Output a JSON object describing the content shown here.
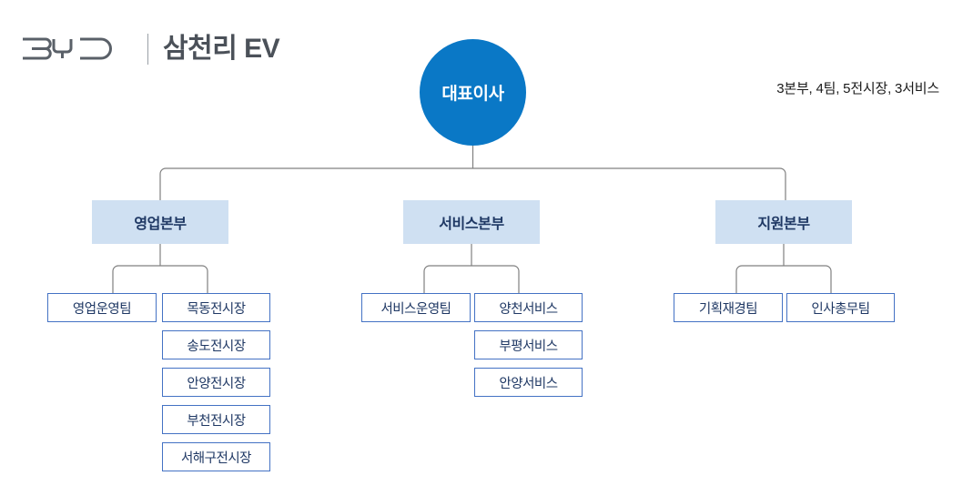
{
  "brand": {
    "logo_icon": "byd-logo",
    "logo_alt": "BYD",
    "name": "삼천리 EV"
  },
  "summary": {
    "note": "3본부, 4팀, 5전시장, 3서비스"
  },
  "colors": {
    "root_fill": "#0A78C6",
    "root_text": "#FFFFFF",
    "division_fill": "#CFE0F2",
    "division_text": "#1F3864",
    "leaf_border": "#4472C4",
    "leaf_fill": "#FFFFFF",
    "leaf_text": "#1F3864",
    "connector": "#808080",
    "brand_text": "#4B5159"
  },
  "chart_data": {
    "type": "org-chart",
    "root": {
      "label": "대표이사"
    },
    "divisions": [
      {
        "label": "영업본부",
        "teams": [
          {
            "label": "영업운영팀"
          }
        ],
        "units": [
          {
            "label": "목동전시장"
          },
          {
            "label": "송도전시장"
          },
          {
            "label": "안양전시장"
          },
          {
            "label": "부천전시장"
          },
          {
            "label": "서해구전시장"
          }
        ]
      },
      {
        "label": "서비스본부",
        "teams": [
          {
            "label": "서비스운영팀"
          }
        ],
        "units": [
          {
            "label": "양천서비스"
          },
          {
            "label": "부평서비스"
          },
          {
            "label": "안양서비스"
          }
        ]
      },
      {
        "label": "지원본부",
        "teams": [
          {
            "label": "기획재경팀"
          }
        ],
        "units": [
          {
            "label": "인사총무팀"
          }
        ]
      }
    ]
  }
}
